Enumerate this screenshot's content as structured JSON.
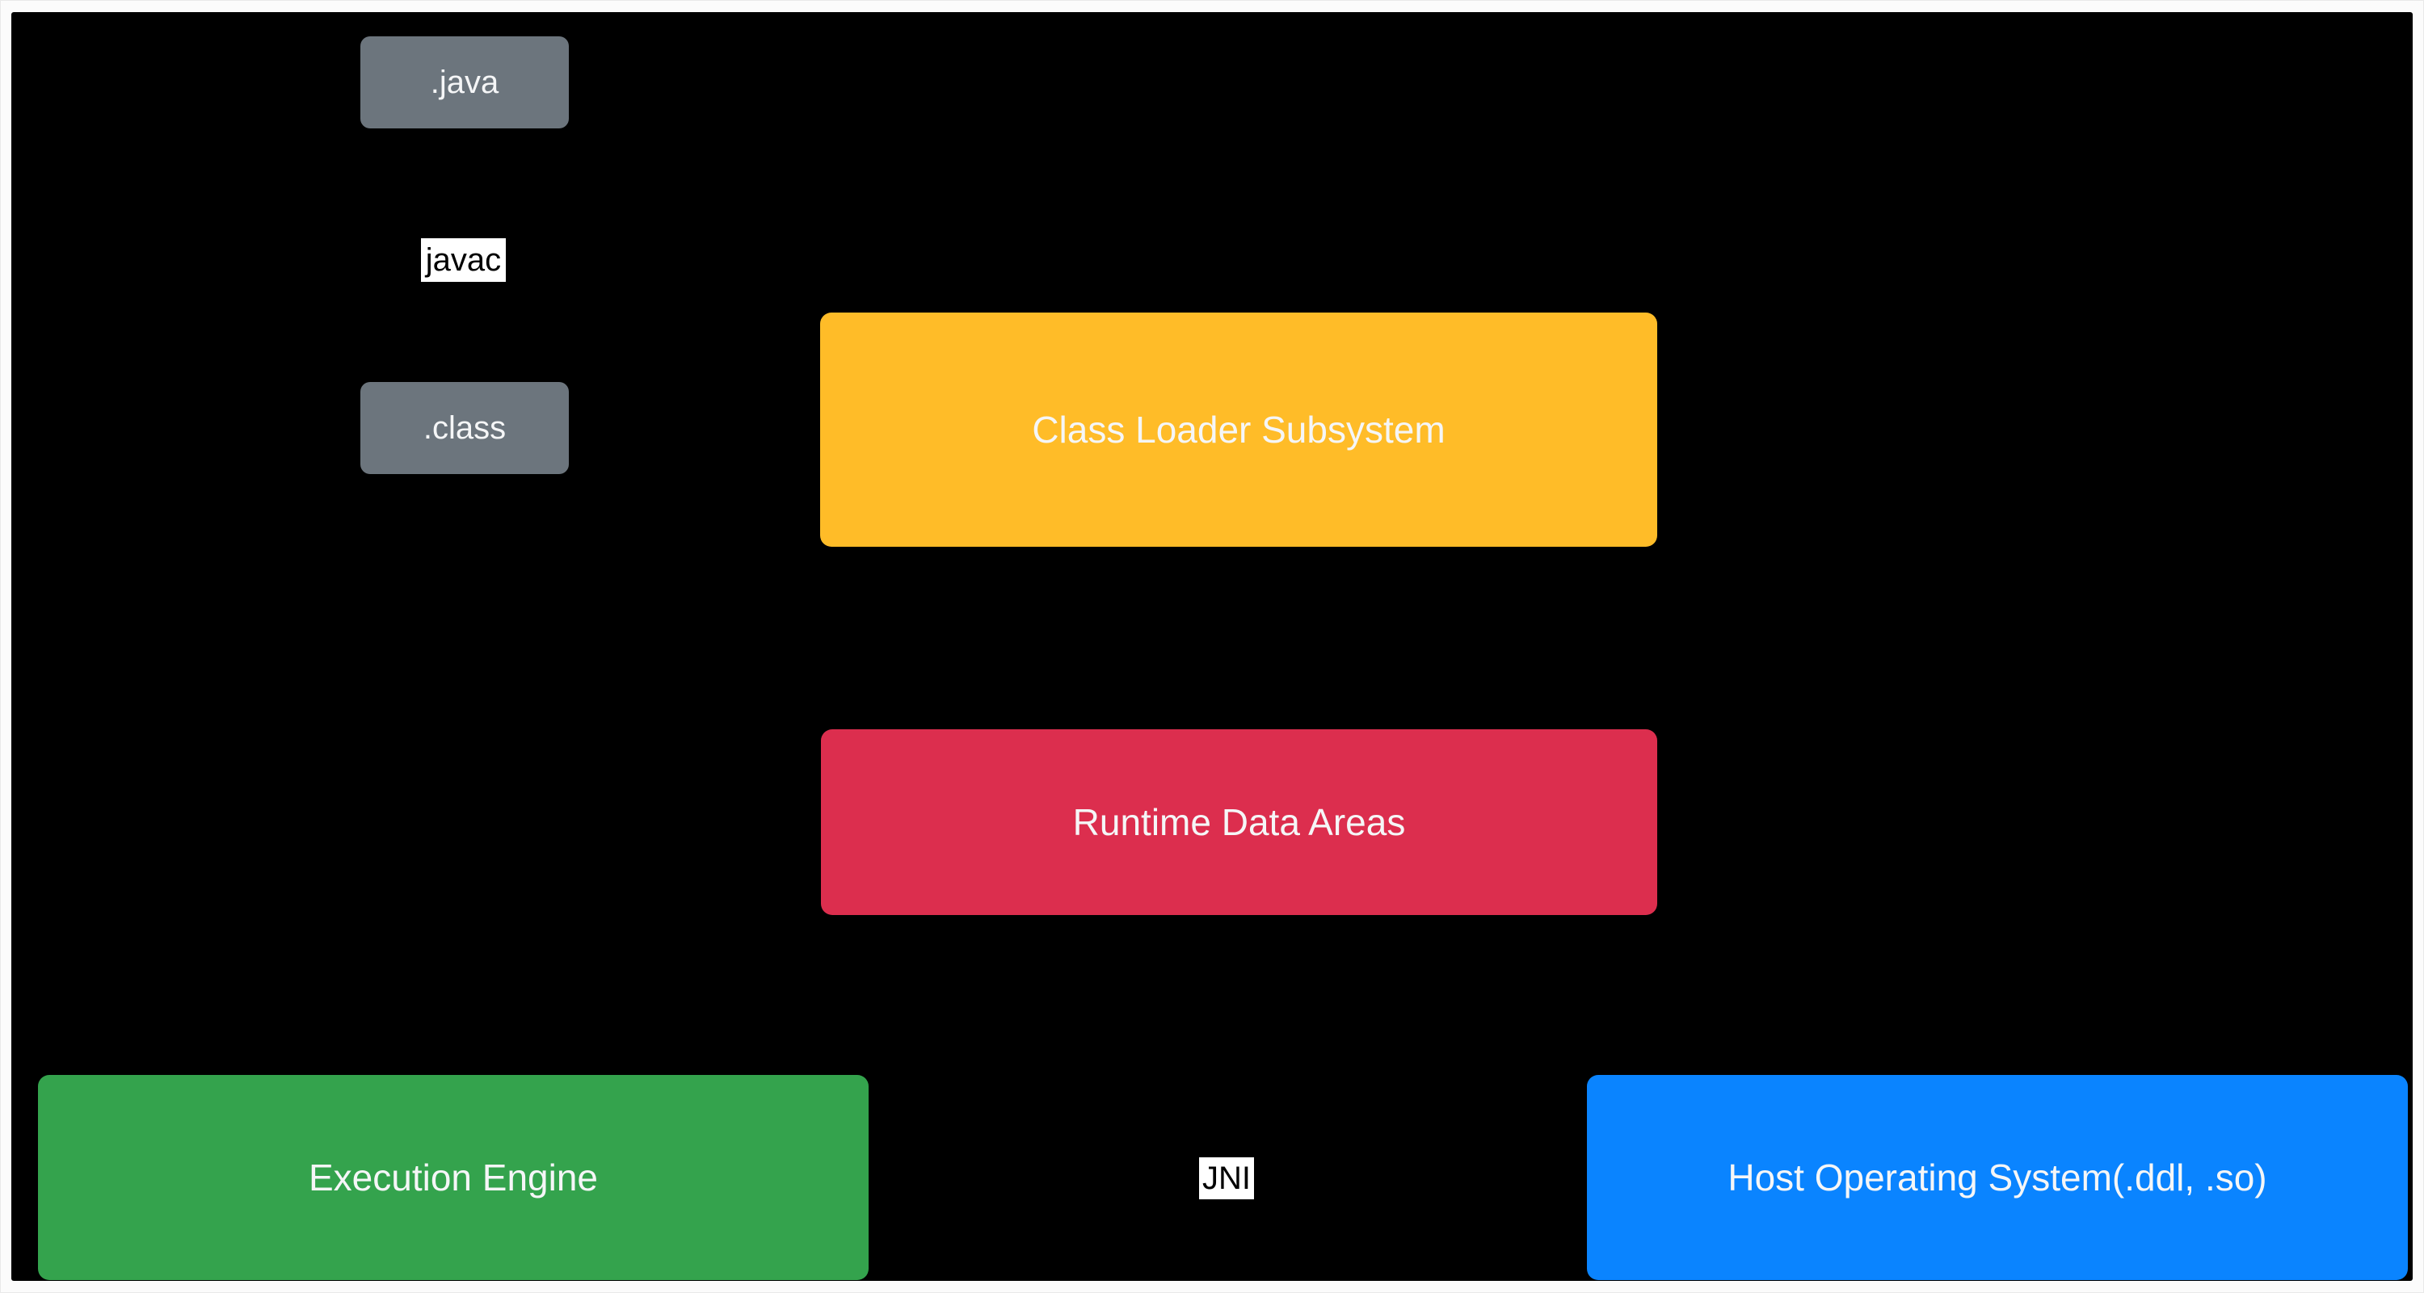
{
  "colors": {
    "page_background": "#fbfbfb",
    "canvas_background": "#000000",
    "node_gray": "#6c757d",
    "node_yellow": "#ffbc28",
    "node_red": "#dc2e4e",
    "node_green": "#34a34d",
    "node_blue": "#0a84ff",
    "node_text": "#f5f6f7",
    "edge_label_background": "#ffffff",
    "edge_label_text": "#000000"
  },
  "diagram": {
    "nodes": {
      "java_file": {
        "label": ".java"
      },
      "class_file": {
        "label": ".class"
      },
      "class_loader": {
        "label": "Class Loader Subsystem"
      },
      "runtime_data_areas": {
        "label": "Runtime Data Areas"
      },
      "execution_engine": {
        "label": "Execution Engine"
      },
      "host_os": {
        "label": "Host Operating System(.ddl, .so)"
      }
    },
    "edge_labels": {
      "javac": {
        "label": "javac"
      },
      "jni": {
        "label": "JNI"
      }
    }
  }
}
